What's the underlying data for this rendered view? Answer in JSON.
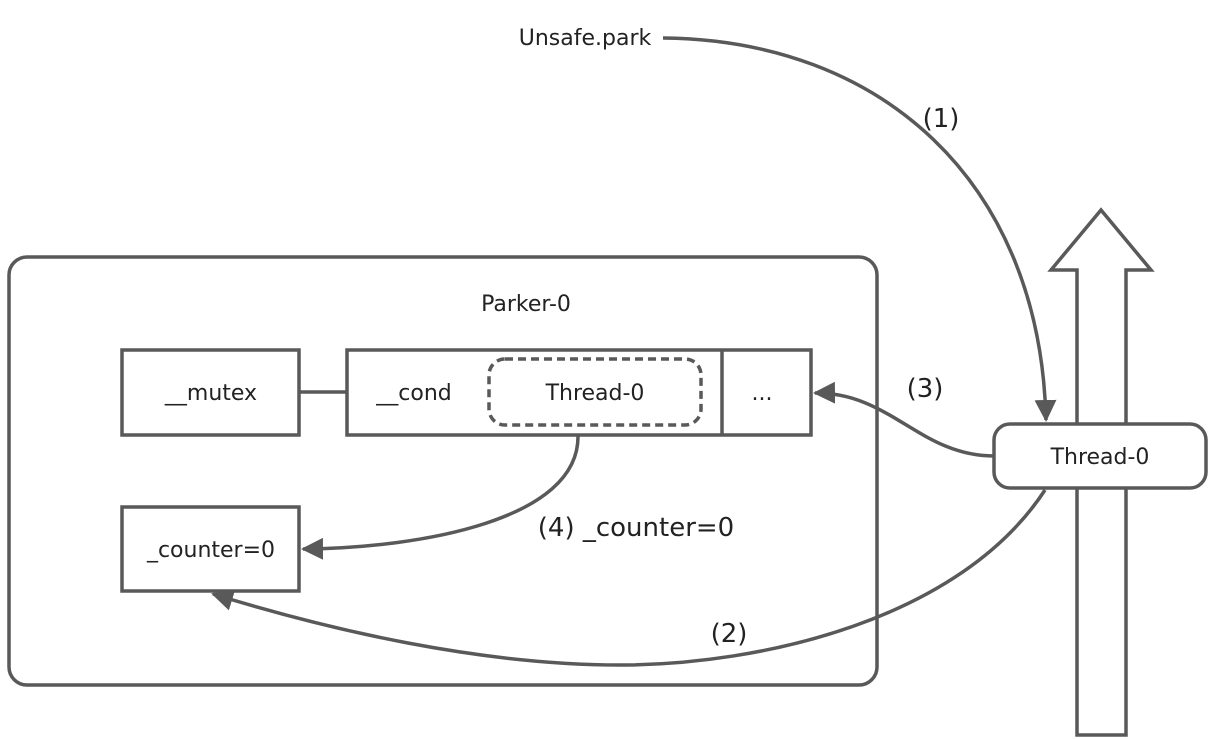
{
  "diagram": {
    "colors": {
      "stroke": "#595959",
      "text": "#222222",
      "background": "#ffffff"
    },
    "source_label": "Unsafe.park",
    "container": {
      "title": "Parker-0"
    },
    "nodes": {
      "mutex": "__mutex",
      "cond": "__cond",
      "cond_waiting_thread": "Thread-0",
      "ellipsis": "...",
      "counter": "_counter=0",
      "thread": "Thread-0"
    },
    "steps": [
      {
        "id": "1",
        "label": "(1)",
        "from": "Unsafe.park",
        "to": "Thread-0"
      },
      {
        "id": "2",
        "label": "(2)",
        "from": "Thread-0",
        "to": "_counter=0"
      },
      {
        "id": "3",
        "label": "(3)",
        "from": "Thread-0",
        "to": "..."
      },
      {
        "id": "4",
        "label": "(4) _counter=0",
        "from": "Thread-0 (in __cond)",
        "to": "_counter=0"
      }
    ],
    "thread_lifeline": {
      "direction": "up",
      "icon": "thick-up-arrow"
    }
  }
}
